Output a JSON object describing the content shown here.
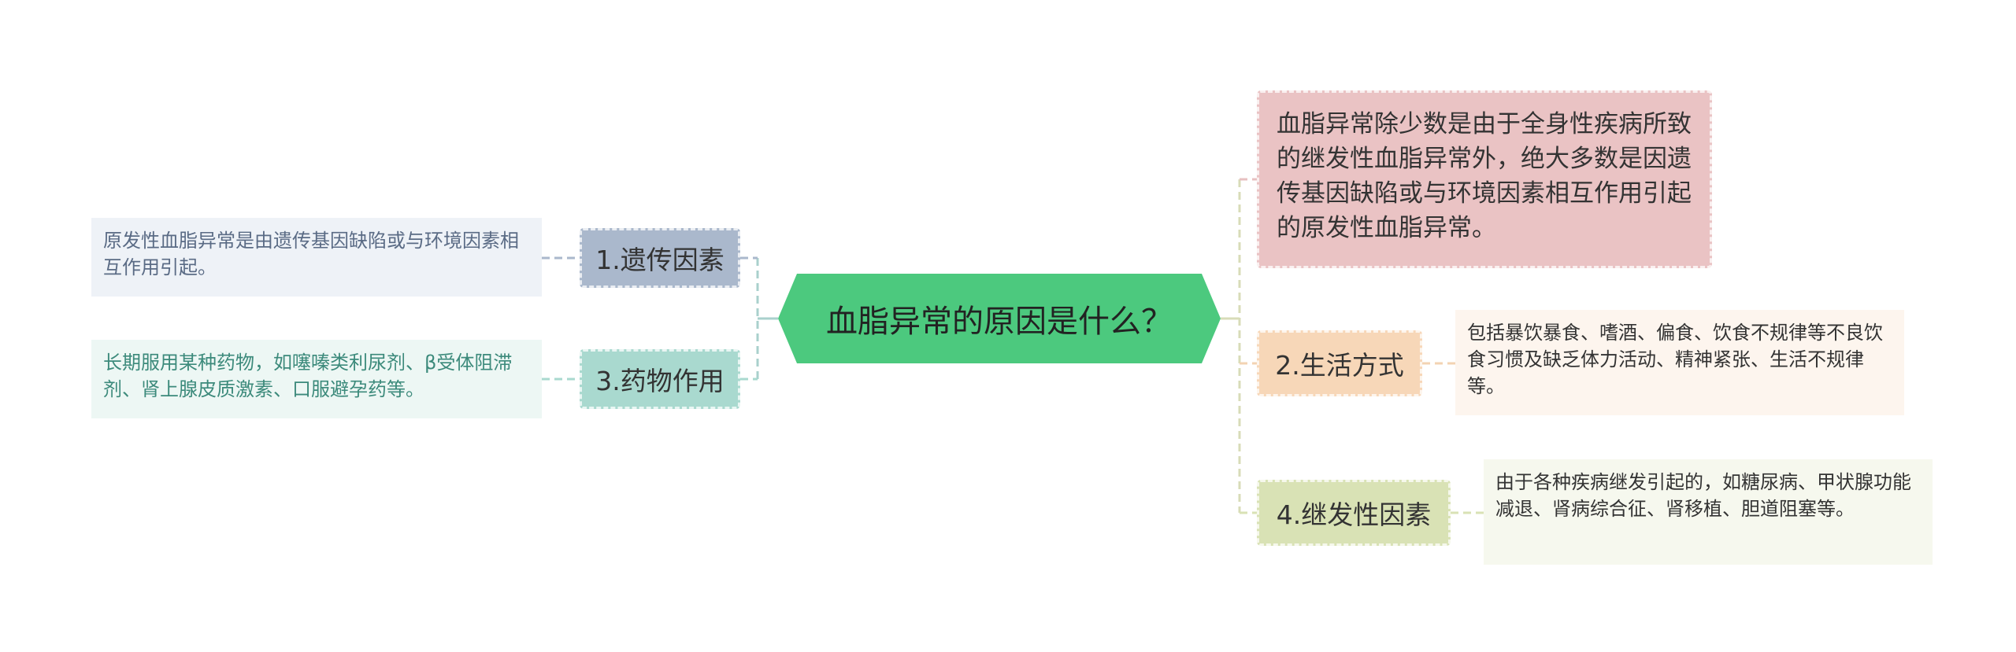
{
  "center": {
    "label": "血脂异常的原因是什么？",
    "color": "#4cc97e"
  },
  "left_branches": [
    {
      "label": "1.遗传因素",
      "color": "#aab8cc",
      "leaf": {
        "text": "原发性血脂异常是由遗传基因缺陷或与环境因素相互作用引起。",
        "bg": "#eef2f7",
        "text_color": "#5a6b85"
      }
    },
    {
      "label": "3.药物作用",
      "color": "#a9d9cf",
      "leaf": {
        "text": "长期服用某种药物，如噻嗪类利尿剂、β受体阻滞剂、肾上腺皮质激素、口服避孕药等。",
        "bg": "#edf7f4",
        "text_color": "#3c8a7b"
      }
    }
  ],
  "right_top": {
    "text": "血脂异常除少数是由于全身性疾病所致的继发性血脂异常外，绝大多数是因遗传基因缺陷或与环境因素相互作用引起的原发性血脂异常。",
    "bg": "#eac3c4"
  },
  "right_branches": [
    {
      "label": "2.生活方式",
      "color": "#f7d7b8",
      "leaf": {
        "text": "包括暴饮暴食、嗜酒、偏食、饮食不规律等不良饮食习惯及缺乏体力活动、精神紧张、生活不规律等。",
        "bg": "#fdf5ee",
        "text_color": "#333333"
      }
    },
    {
      "label": "4.继发性因素",
      "color": "#d9e2b5",
      "leaf": {
        "text": "由于各种疾病继发引起的，如糖尿病、甲状腺功能减退、肾病综合征、肾移植、胆道阻塞等。",
        "bg": "#f6f8ee",
        "text_color": "#333333"
      }
    }
  ],
  "link_colors": {
    "left_upper": "#aab8cc",
    "left_lower": "#a9d9cf",
    "right": "#d8dcb8"
  }
}
